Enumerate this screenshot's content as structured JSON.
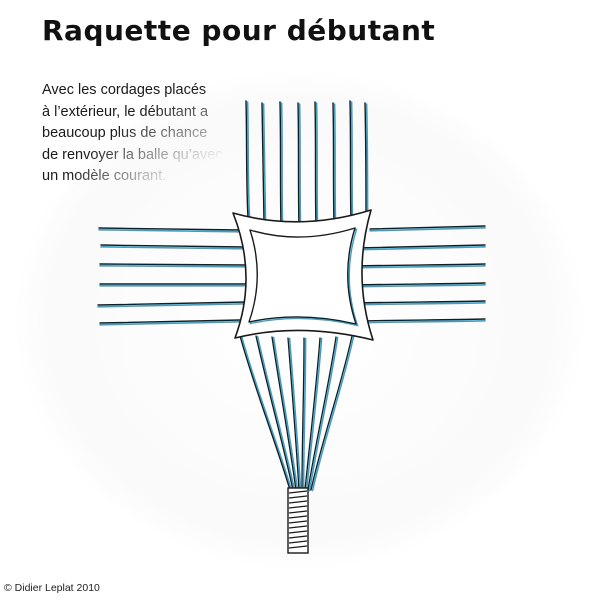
{
  "title": "Raquette pour débutant",
  "caption_lines": [
    "Avec les cordages placés",
    "à l’extérieur, le débutant a",
    "beaucoup plus de chance",
    "de renvoyer la balle qu’avec",
    "un modèle courant."
  ],
  "copyright": "© Didier Leplat 2010",
  "colors": {
    "ink": "#1a1a1a",
    "string_shadow": "#3aa0c8",
    "vignette": "#f2f2f2"
  }
}
